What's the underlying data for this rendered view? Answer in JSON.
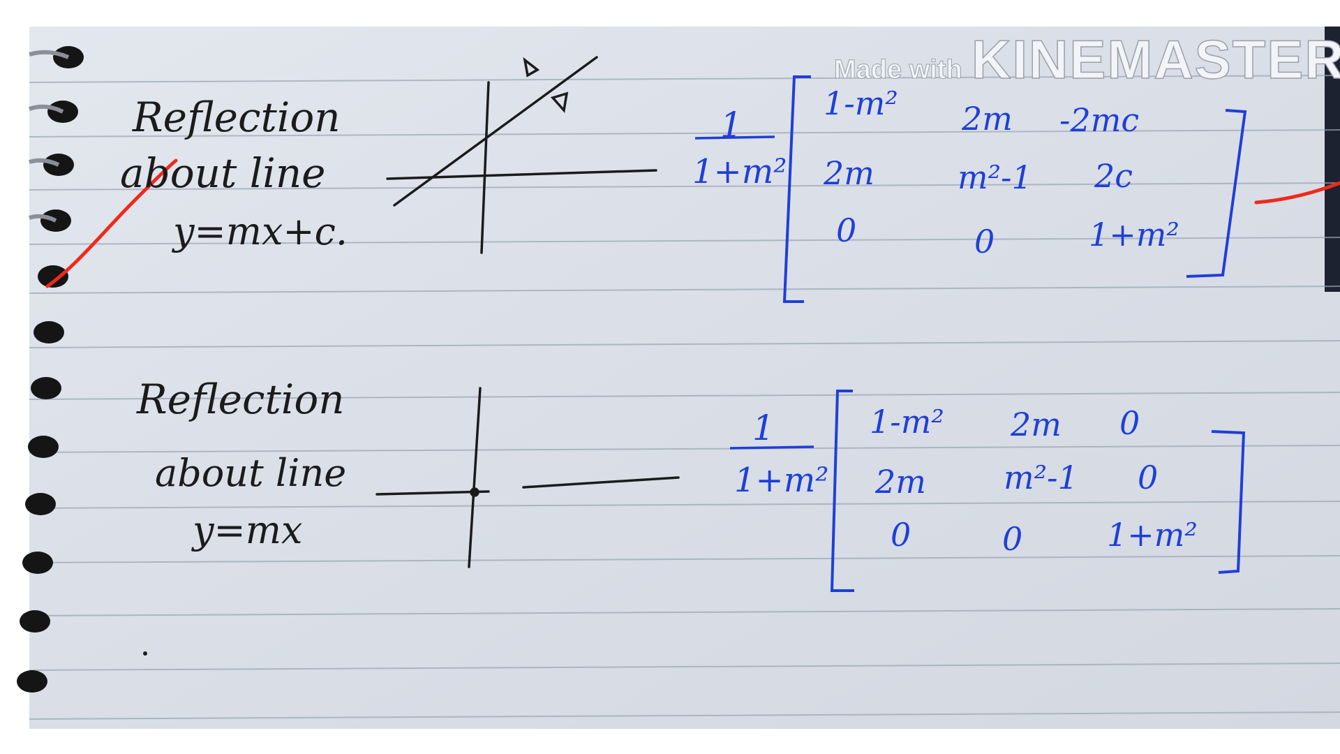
{
  "watermark": {
    "made_with": "Made with",
    "brand": "KINEMASTER"
  },
  "colors": {
    "ink_blue": "#1f3fd6",
    "ink_black": "#1b1b1b",
    "red_mark": "#ee2a1a",
    "paper": "#dde2ea"
  },
  "section1": {
    "label_line1": "Reflection",
    "label_line2": "about line",
    "label_line3": "y=mx+c.",
    "fraction_num": "1",
    "fraction_den": "1+m²",
    "matrix": [
      [
        "1-m²",
        "2m",
        "-2mc"
      ],
      [
        "2m",
        "m²-1",
        "2c"
      ],
      [
        "0",
        "0",
        "1+m²"
      ]
    ]
  },
  "section2": {
    "label_line1": "Reflection",
    "label_line2": "about line",
    "label_line3": "y=mx",
    "fraction_num": "1",
    "fraction_den": "1+m²",
    "matrix": [
      [
        "1-m²",
        "2m",
        "0"
      ],
      [
        "2m",
        "m²-1",
        "0"
      ],
      [
        "0",
        "0",
        "1+m²"
      ]
    ]
  }
}
